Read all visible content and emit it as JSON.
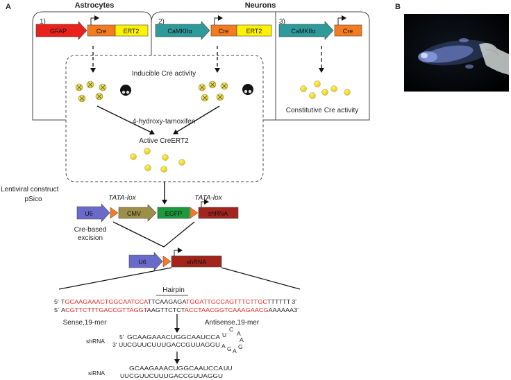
{
  "panels": {
    "a": "A",
    "b": "B"
  },
  "headers": {
    "astrocytes": "Astrocytes",
    "neurons": "Neurons"
  },
  "constructs": [
    {
      "num": "1)",
      "promoter": "GFAP",
      "genes": [
        "Cre",
        "ERT2"
      ]
    },
    {
      "num": "2)",
      "promoter": "CaMKIIα",
      "genes": [
        "Cre",
        "ERT2"
      ]
    },
    {
      "num": "3)",
      "promoter": "CaMKIIα",
      "genes": [
        "Cre"
      ]
    }
  ],
  "labels": {
    "inducible": "Inducible Cre activity",
    "tamoxifen": "4-hydroxy-tamoxifen",
    "active": "Active CreERT2",
    "constitutive": "Constitutive Cre activity",
    "lentiviral": "Lentiviral construct",
    "psico": "pSico",
    "tata1": "TATA-lox",
    "tata2": "TATA-lox",
    "excision1": "Cre-based",
    "excision2": "excision",
    "hairpin": "Hairpin",
    "sense": "Sense,19-mer",
    "antisense": "Antisense,19-mer",
    "shrna_label": "shRNA",
    "sirna_label": "siRNA"
  },
  "vector": {
    "u6": "U6",
    "cmv": "CMV",
    "egfp": "EGFP",
    "shrna": "shRNA"
  },
  "excised": {
    "u6": "U6",
    "shrna": "shRNA"
  },
  "dna": {
    "top": {
      "p5": "5'",
      "first": "T",
      "red1": "GCAAGAAACTGGCAATCCA",
      "loop": "TTCAAGAGA",
      "red2": "TGGATTGCCAGTTTCTTGC",
      "tail": "TTTTTT",
      "p3": "3'"
    },
    "bottom": {
      "p5": "5'",
      "first": "A",
      "red1": "CGTTCTTTGACCGTTAGGT",
      "loop": "AAGTTCTCT",
      "red2": "ACCTAACGGTCAAAGAACG",
      "tail": "AAAAAA",
      "p3": "3'"
    }
  },
  "hairpin_rna": {
    "p5": "5'",
    "p3": "3'",
    "top_red": "GCAAGAAACUGGCAAUCCA",
    "bottom_uu": "UU",
    "bottom_red": "CGUUCUUUGACCGUUAGGU",
    "loop_top": [
      "U",
      "C",
      "A"
    ],
    "loop_right": [
      "A",
      "G"
    ],
    "loop_bottom": [
      "A",
      "G",
      "A"
    ]
  },
  "sirna": {
    "top_red": "GCAAGAAACUGGCAAUCCA",
    "top_uu": "UU",
    "bottom_uu": "UU",
    "bottom_red": "CGUUCUUUGACCGUUAGGU"
  },
  "colors": {
    "gfap": "#e8231e",
    "cre": "#f47b20",
    "ert2": "#fff200",
    "camk": "#2e9a9a",
    "u6": "#6a6acb",
    "cmv": "#9e8f47",
    "egfp": "#1a9a3a",
    "shrna": "#a3241c",
    "lox": "#f47b20",
    "red_seq": "#e8231e"
  }
}
